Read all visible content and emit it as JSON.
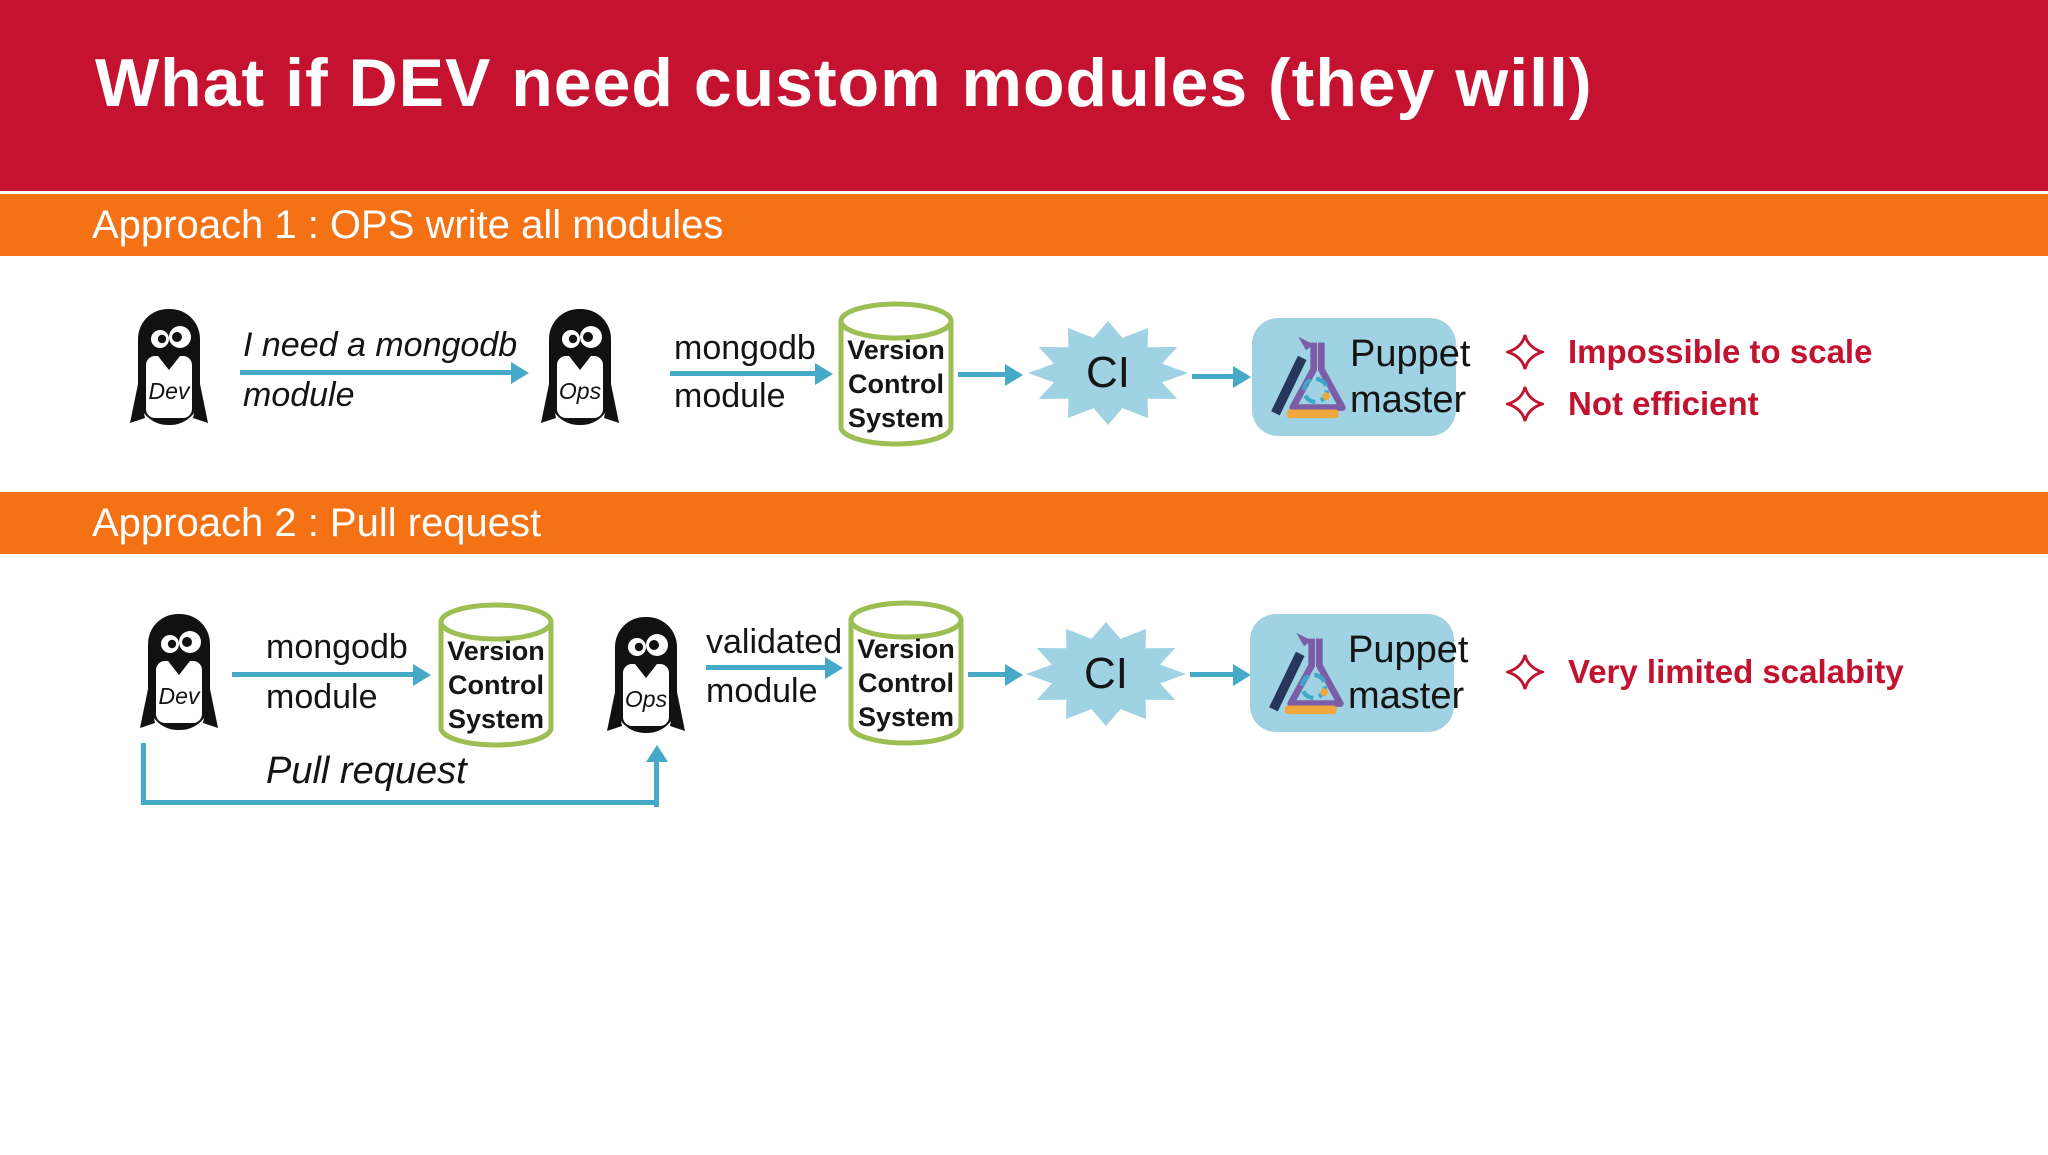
{
  "slide_title": "What if DEV need custom modules (they will)",
  "sections": [
    {
      "label": "Approach 1 : OPS write all modules"
    },
    {
      "label": "Approach 2 : Pull request"
    }
  ],
  "actors": {
    "dev": "Dev",
    "ops": "Ops"
  },
  "nodes": {
    "vcs": [
      "Version",
      "Control",
      "System"
    ],
    "ci": "CI",
    "puppet": [
      "Puppet",
      "master"
    ]
  },
  "approach1": {
    "request": [
      "I need a mongodb",
      "module"
    ],
    "commit": [
      "mongodb",
      "module"
    ],
    "cons": [
      "Impossible to scale",
      "Not efficient"
    ]
  },
  "approach2": {
    "commit": [
      "mongodb",
      "module"
    ],
    "validated": [
      "validated",
      "module"
    ],
    "pull_request": "Pull request",
    "cons": [
      "Very limited scalabity"
    ]
  },
  "colors": {
    "title_banner": "#C41230",
    "section_banner": "#F47114",
    "arrow": "#45A9C8",
    "node_fill": "#9FD2E2",
    "vcs_stroke": "#9CBE53",
    "cons_text": "#C1122F"
  }
}
